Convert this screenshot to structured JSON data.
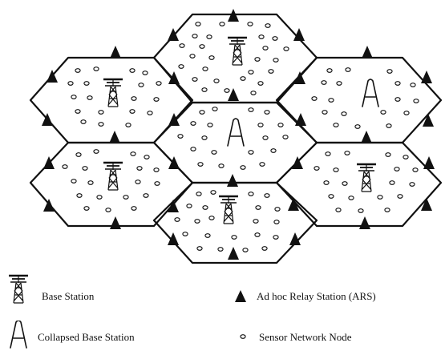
{
  "legend": {
    "base_station": "Base Station",
    "ars": "Ad hoc Relay Station (ARS)",
    "collapsed": "Collapsed Base Station",
    "sensor": "Sensor Network Node"
  },
  "cells": [
    {
      "id": "top",
      "station": "base"
    },
    {
      "id": "upper-left",
      "station": "base"
    },
    {
      "id": "center",
      "station": "collapsed"
    },
    {
      "id": "upper-right",
      "station": "collapsed"
    },
    {
      "id": "lower-left",
      "station": "base"
    },
    {
      "id": "lower-right",
      "station": "base"
    },
    {
      "id": "bottom",
      "station": "base"
    }
  ],
  "colors": {
    "line": "#111111",
    "background": "#ffffff"
  }
}
